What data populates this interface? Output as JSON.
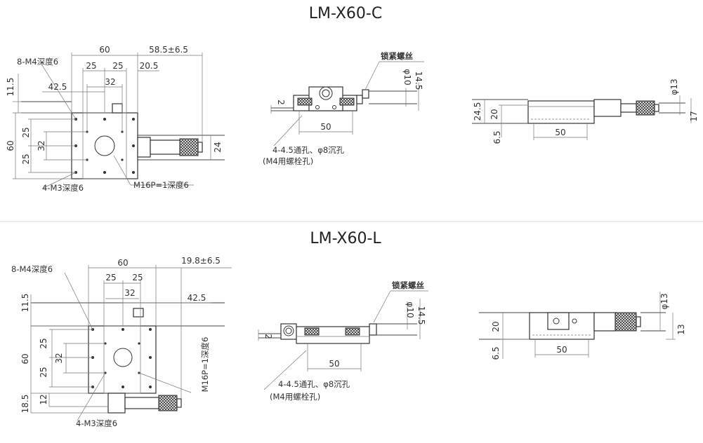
{
  "top": {
    "title": "LM-X60-C",
    "view1": {
      "dim_60": "60",
      "dim_stroke": "58.5±6.5",
      "dim_25a": "25",
      "dim_25b": "25",
      "dim_20_5": "20.5",
      "dim_32": "32",
      "dim_42_5": "42.5",
      "dim_11_5": "11.5",
      "dim_60v": "60",
      "dim_25c": "25",
      "dim_32v": "32",
      "dim_25d": "25",
      "dim_24": "24",
      "label_m4": "8-M4深度6",
      "label_m3": "4-M3深度6",
      "label_m16": "M16P=1深度6"
    },
    "view2": {
      "lock_label": "锁紧螺丝",
      "dim_phi10": "φ10",
      "dim_14_5": "14.5",
      "dim_2": "2",
      "dim_50": "50",
      "hole_note": "4-4.5通孔、φ8沉孔",
      "bolt_note": "(M4用螺栓孔)"
    },
    "view3": {
      "dim_phi13": "φ13",
      "dim_24_5": "24.5",
      "dim_20": "20",
      "dim_17": "17",
      "dim_6_5": "6.5",
      "dim_50": "50"
    }
  },
  "bottom": {
    "title": "LM-X60-L",
    "view1": {
      "dim_60": "60",
      "dim_stroke": "19.8±6.5",
      "dim_25a": "25",
      "dim_25b": "25",
      "dim_32": "32",
      "dim_42_5": "42.5",
      "dim_11_5": "11.5",
      "dim_60v": "60",
      "dim_25c": "25",
      "dim_32v": "32",
      "dim_25d": "25",
      "dim_12": "12",
      "dim_18_5": "18.5",
      "label_m4": "8-M4深度6",
      "label_m3": "4-M3深度6",
      "label_m16": "M16P=1深度6"
    },
    "view2": {
      "lock_label": "锁紧螺丝",
      "dim_phi10": "φ10",
      "dim_14_5": "14.5",
      "dim_2": "2",
      "dim_50": "50",
      "hole_note": "4-4.5通孔、φ8沉孔",
      "bolt_note": "(M4用螺栓孔)"
    },
    "view3": {
      "dim_phi13": "φ13",
      "dim_20": "20",
      "dim_13": "13",
      "dim_6_5": "6.5",
      "dim_50": "50"
    }
  }
}
